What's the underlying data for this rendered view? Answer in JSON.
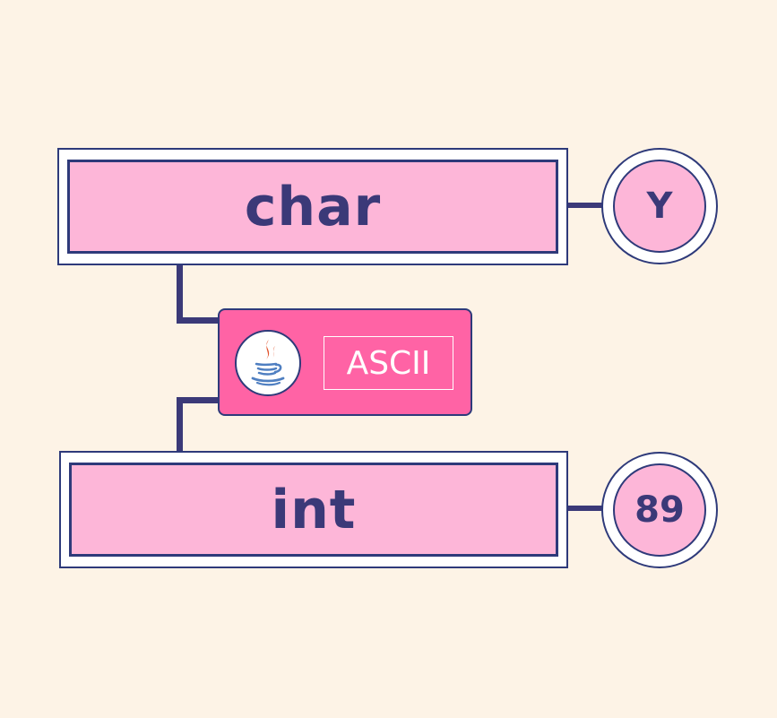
{
  "diagram": {
    "source_type": {
      "label": "char",
      "value": "Y"
    },
    "target_type": {
      "label": "int",
      "value": "89"
    },
    "conversion": {
      "label": "ASCII",
      "icon": "java-coffee-cup-icon"
    }
  },
  "colors": {
    "background": "#fdf3e6",
    "box_fill": "#fdb6d8",
    "accent_pink": "#ff63a5",
    "navy": "#3b3978"
  }
}
